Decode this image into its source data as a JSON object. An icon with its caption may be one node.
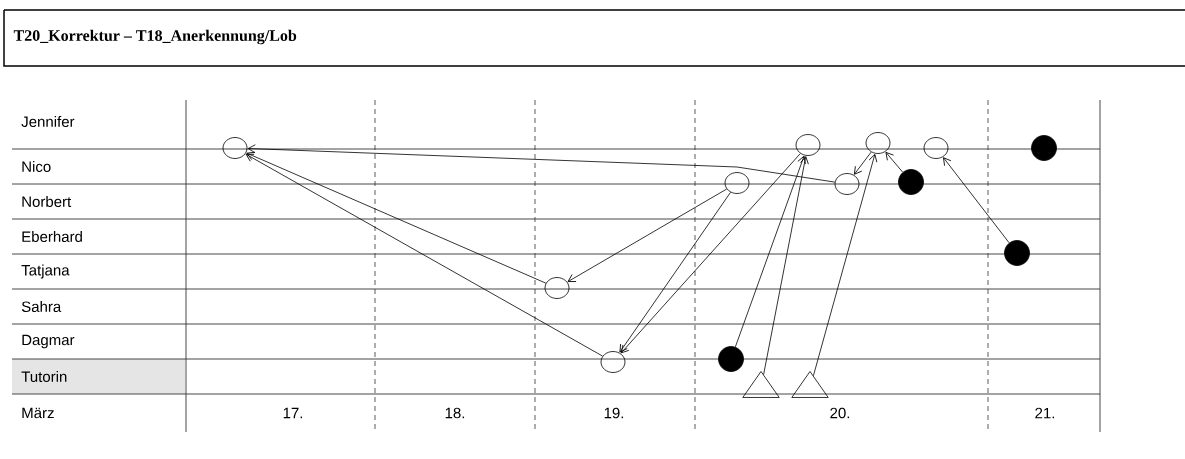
{
  "diagram": {
    "title": "T20_Korrektur – T18_Anerkennung/Lob",
    "nodes": [
      {
        "text": [],
        "shape": "circle"
      },
      {
        "text": [],
        "shape": "circle"
      },
      {
        "text": [],
        "shape": "circle"
      },
      {
        "text": [],
        "shape": "circle"
      },
      {
        "text": [],
        "shape": "dot"
      },
      {
        "text": [],
        "shape": "triangle"
      },
      {
        "text": [],
        "shape": "triangle"
      },
      {
        "text": [],
        "shape": "circle"
      },
      {
        "text": [],
        "shape": "circle"
      },
      {
        "text": [],
        "shape": "circle"
      },
      {
        "text": [],
        "shape": "dot"
      },
      {
        "text": [],
        "shape": "circle"
      },
      {
        "text": [],
        "shape": "dot"
      },
      {
        "text": [],
        "shape": "dot"
      }
    ],
    "edges": [
      {
        "from": 8,
        "to": 0,
        "arrow": "to"
      },
      {
        "from": 2,
        "to": 0,
        "arrow": "to"
      },
      {
        "from": 3,
        "to": 0,
        "arrow": "to"
      },
      {
        "from": 1,
        "to": 2,
        "arrow": "to"
      },
      {
        "from": 1,
        "to": 3,
        "arrow": "to"
      },
      {
        "from": 7,
        "to": 3,
        "arrow": "to"
      },
      {
        "from": 4,
        "to": 7,
        "arrow": "to"
      },
      {
        "from": 5,
        "to": 7,
        "arrow": "to"
      },
      {
        "from": 6,
        "to": 9,
        "arrow": "to"
      },
      {
        "from": 9,
        "to": 8,
        "arrow": "to"
      },
      {
        "from": 10,
        "to": 9,
        "arrow": "to"
      },
      {
        "from": 12,
        "to": 11,
        "arrow": "to"
      }
    ],
    "labels": [
      "Jennifer",
      "Nico",
      "Norbert",
      "Eberhard",
      "Tatjana",
      "Sahra",
      "Dagmar",
      "Tutorin",
      "März",
      "17.",
      "18.",
      "19.",
      "20.",
      "21."
    ]
  }
}
